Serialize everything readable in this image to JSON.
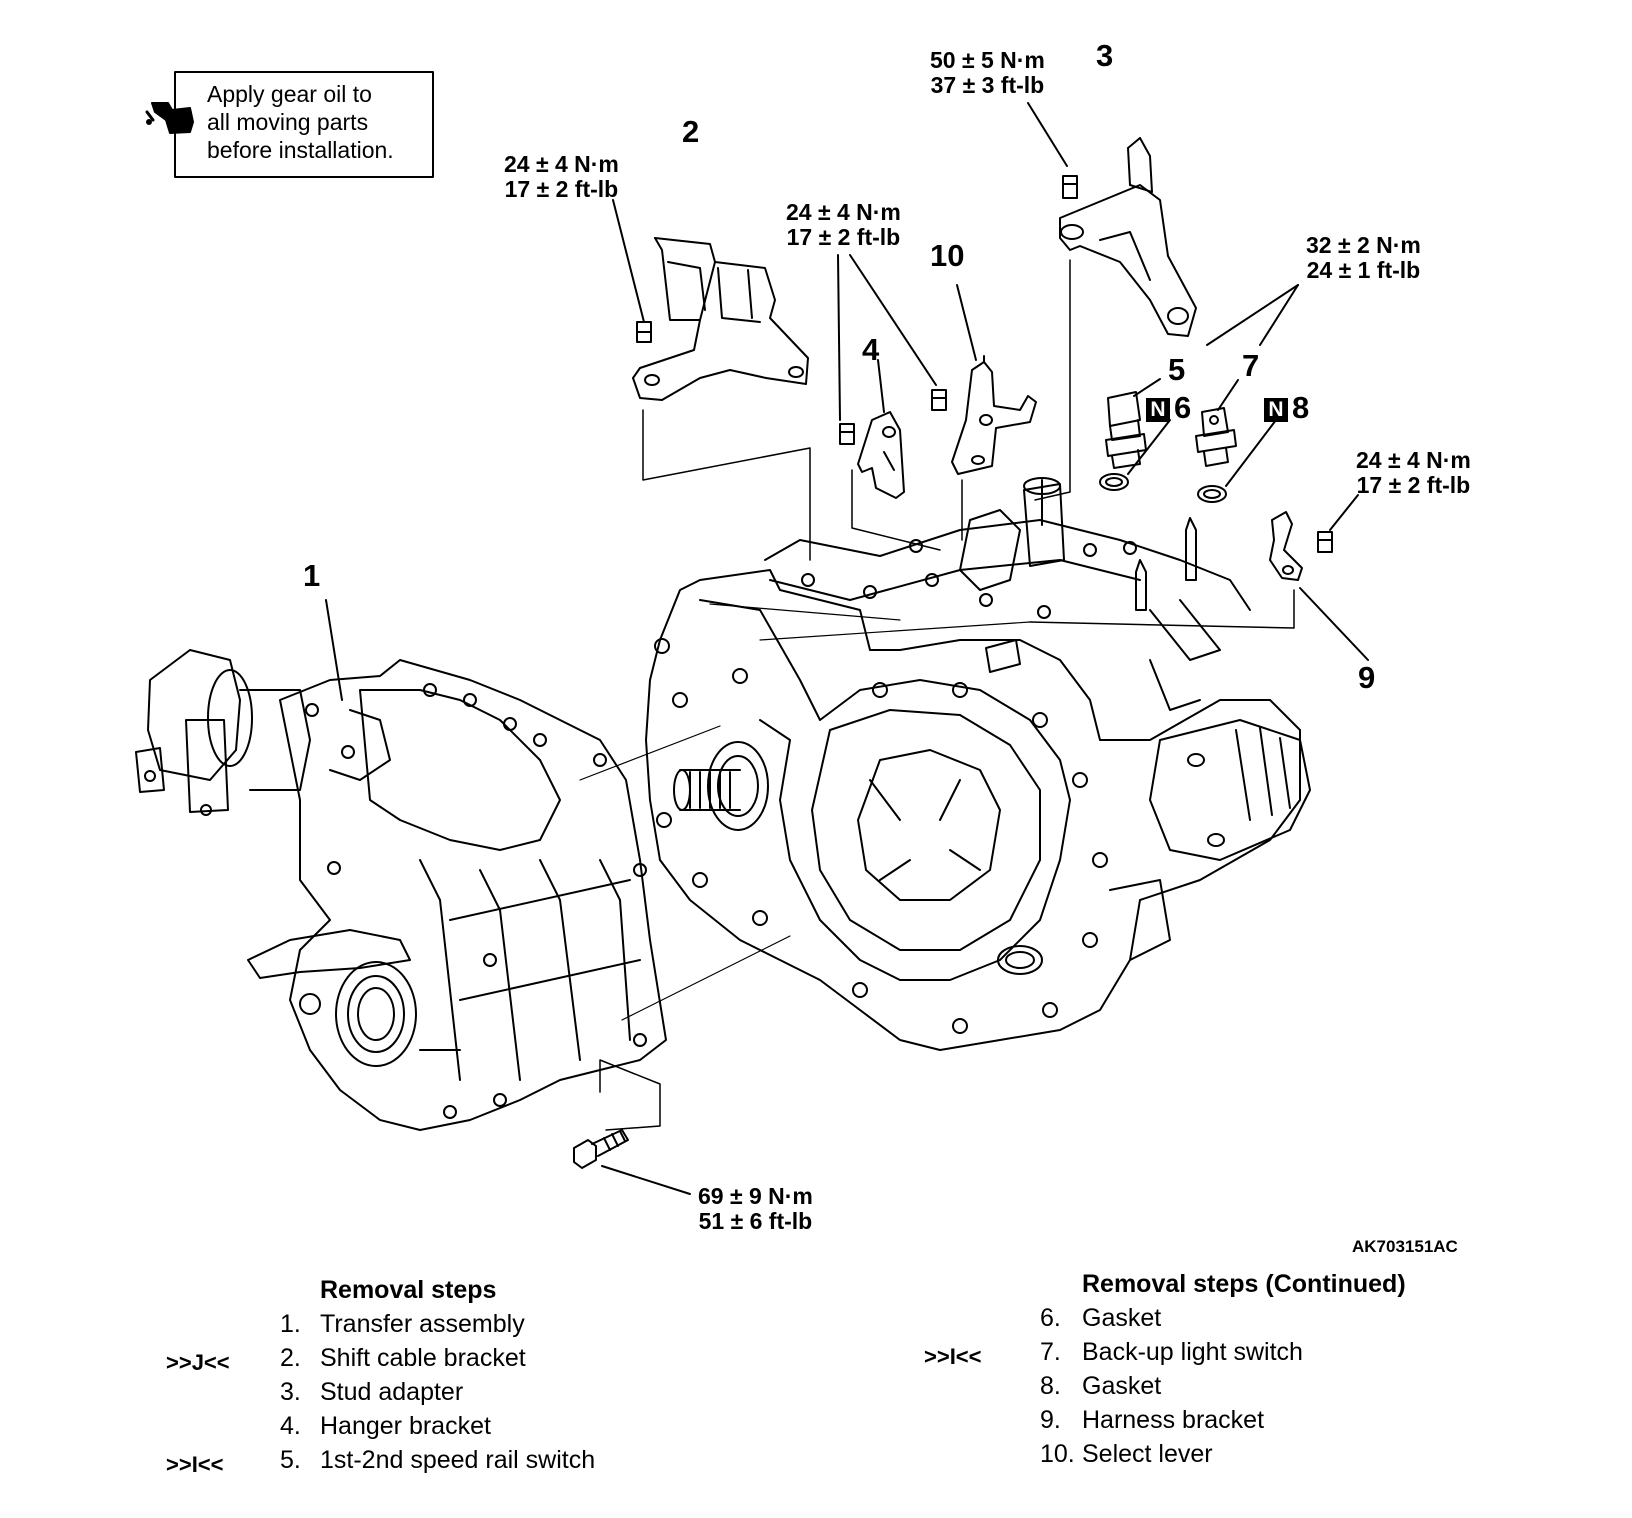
{
  "note": {
    "lines": [
      "Apply gear oil to",
      "all moving parts",
      "before installation."
    ],
    "icon": "oil-can-icon"
  },
  "torque_specs": {
    "part2": [
      "24 ± 4 N·m",
      "17 ± 2 ft-lb"
    ],
    "part3": [
      "50 ± 5 N·m",
      "37 ± 3 ft-lb"
    ],
    "part4_10": [
      "24 ± 4 N·m",
      "17 ± 2 ft-lb"
    ],
    "part5_7": [
      "32 ± 2 N·m",
      "24 ± 1 ft-lb"
    ],
    "part9": [
      "24 ± 4 N·m",
      "17 ± 2 ft-lb"
    ],
    "transfer": [
      "69 ± 9 N·m",
      "51 ± 6 ft-lb"
    ]
  },
  "callouts": {
    "c1": "1",
    "c2": "2",
    "c3": "3",
    "c4": "4",
    "c5": "5",
    "c6": "6",
    "c7": "7",
    "c8": "8",
    "c9": "9",
    "c10": "10",
    "n_symbol": "N"
  },
  "figure_id": "AK703151AC",
  "removal_steps": {
    "heading": "Removal steps",
    "items": [
      {
        "mark": "",
        "num": "1.",
        "label": "Transfer assembly"
      },
      {
        "mark": ">>J<<",
        "num": "2.",
        "label": "Shift cable bracket"
      },
      {
        "mark": "",
        "num": "3.",
        "label": "Stud adapter"
      },
      {
        "mark": "",
        "num": "4.",
        "label": "Hanger bracket"
      },
      {
        "mark": ">>I<<",
        "num": "5.",
        "label": "1st-2nd speed rail switch"
      }
    ]
  },
  "removal_steps_continued": {
    "heading": "Removal steps (Continued)",
    "items": [
      {
        "mark": "",
        "num": "6.",
        "label": "Gasket"
      },
      {
        "mark": ">>I<<",
        "num": "7.",
        "label": "Back-up light switch"
      },
      {
        "mark": "",
        "num": "8.",
        "label": "Gasket"
      },
      {
        "mark": "",
        "num": "9.",
        "label": "Harness bracket"
      },
      {
        "mark": "",
        "num": "10.",
        "label": "Select lever"
      }
    ]
  }
}
